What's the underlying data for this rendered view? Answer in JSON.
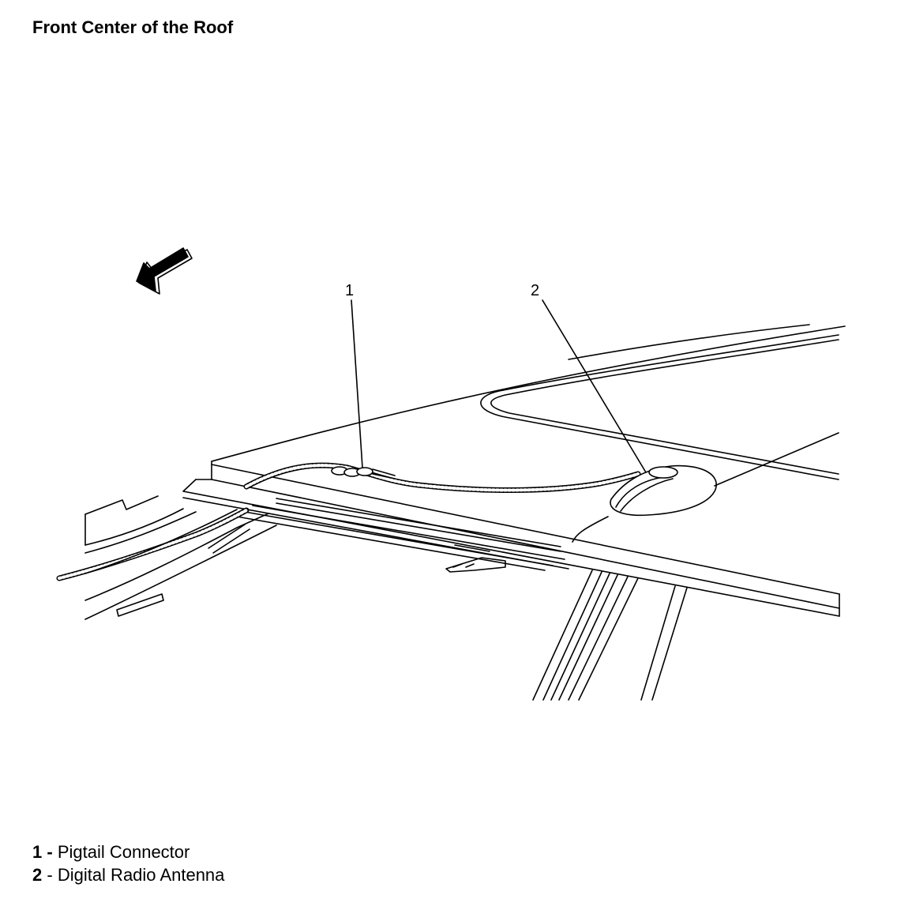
{
  "title": "Front Center of the Roof",
  "callouts": [
    {
      "number": "1",
      "label": "Pigtail Connector"
    },
    {
      "number": "2",
      "label": "Digital Radio Antenna"
    }
  ],
  "legend": [
    {
      "number": "1",
      "separator": " - ",
      "label": "Pigtail Connector"
    },
    {
      "number": "2",
      "separator": " - ",
      "label": "Digital Radio Antenna"
    }
  ],
  "direction_arrow": "front-direction-arrow-icon"
}
